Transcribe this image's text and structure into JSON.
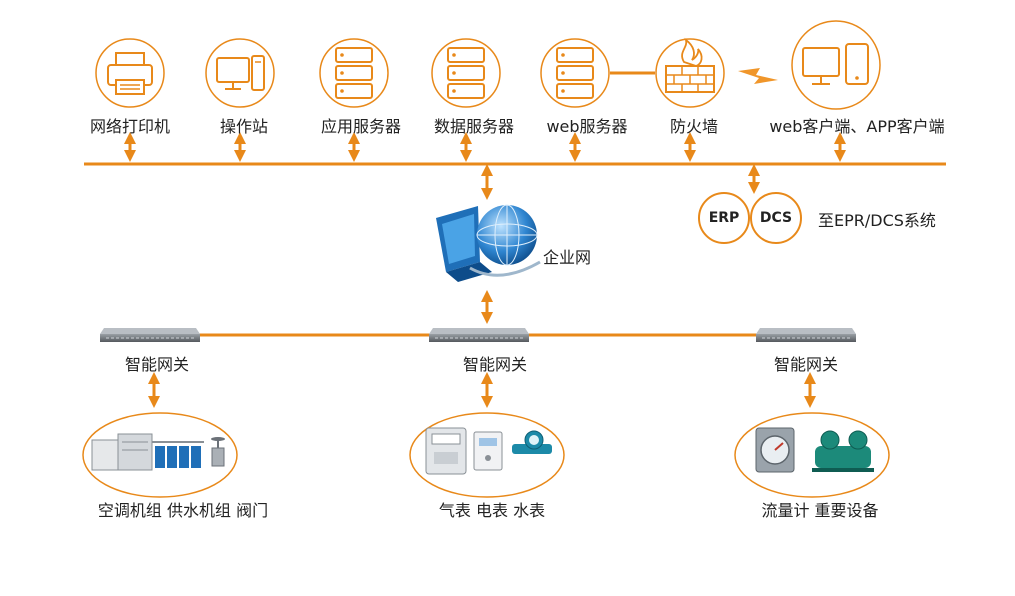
{
  "top_nodes": [
    {
      "id": "printer",
      "label": "网络打印机",
      "icon": "printer-icon"
    },
    {
      "id": "workstation",
      "label": "操作站",
      "icon": "workstation-icon"
    },
    {
      "id": "app-server",
      "label": "应用服务器",
      "icon": "server-icon"
    },
    {
      "id": "db-server",
      "label": "数据服务器",
      "icon": "server-icon"
    },
    {
      "id": "web-server",
      "label": "web服务器",
      "icon": "server-icon"
    },
    {
      "id": "firewall",
      "label": "防火墙",
      "icon": "firewall-icon"
    },
    {
      "id": "clients",
      "label": "web客户端、APP客户端",
      "icon": "desktop-phone-icon"
    }
  ],
  "enterprise_network": {
    "label": "企业网",
    "icon": "globe-network-icon"
  },
  "external": {
    "badges": [
      "ERP",
      "DCS"
    ],
    "label": "至EPR/DCS系统"
  },
  "gateways": [
    {
      "label": "智能网关"
    },
    {
      "label": "智能网关"
    },
    {
      "label": "智能网关"
    }
  ],
  "devices": [
    {
      "label": "空调机组 供水机组 阀门"
    },
    {
      "label": "气表 电表 水表"
    },
    {
      "label": "流量计 重要设备"
    }
  ],
  "colors": {
    "accent": "#e8891a",
    "device_teal": "#1c8a7a",
    "globe_blue": "#1f6fb8"
  }
}
